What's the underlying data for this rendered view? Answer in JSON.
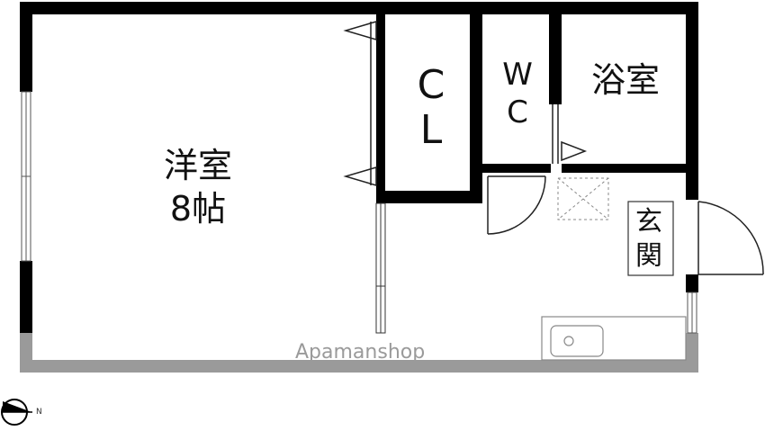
{
  "rooms": {
    "western_room": {
      "line1": "洋室",
      "line2": "8帖"
    },
    "closet": {
      "line1": "C",
      "line2": "L"
    },
    "toilet": {
      "line1": "W",
      "line2": "C"
    },
    "bathroom": {
      "label": "浴室"
    },
    "entrance": {
      "line1": "玄",
      "line2": "関"
    }
  },
  "watermark": "Apamanshop",
  "compass": {
    "label": "N"
  },
  "colors": {
    "wall": "#000000",
    "balcony": "#9a9a9a",
    "fixture": "#888888",
    "watermark": "#9a9a9a"
  }
}
